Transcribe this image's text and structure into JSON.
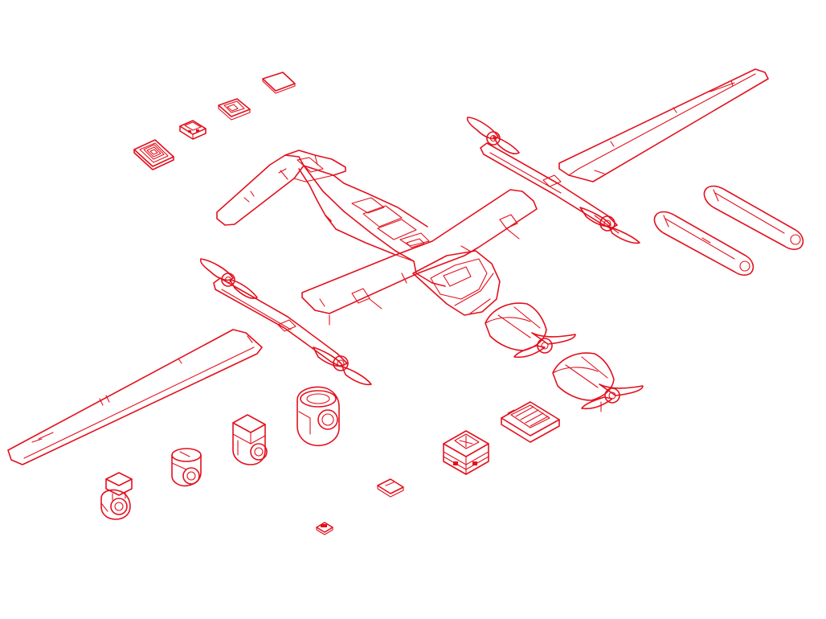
{
  "diagram": {
    "style": "isometric exploded line drawing",
    "colors": {
      "line": "#e3101d",
      "background": "#ffffff"
    },
    "parts": [
      "fuselage",
      "left-wing",
      "right-wing",
      "left-rotor-boom",
      "right-rotor-boom",
      "tail-boom-upper",
      "tail-boom-lower",
      "front-motor-pod-upper",
      "front-motor-pod-lower",
      "circuit-module-1",
      "circuit-module-2",
      "circuit-module-3",
      "circuit-module-4",
      "flight-controller-block",
      "power-board",
      "small-connector-1",
      "small-connector-2",
      "camera-gimbal-1",
      "camera-gimbal-2",
      "camera-gimbal-3",
      "camera-gimbal-4"
    ]
  }
}
